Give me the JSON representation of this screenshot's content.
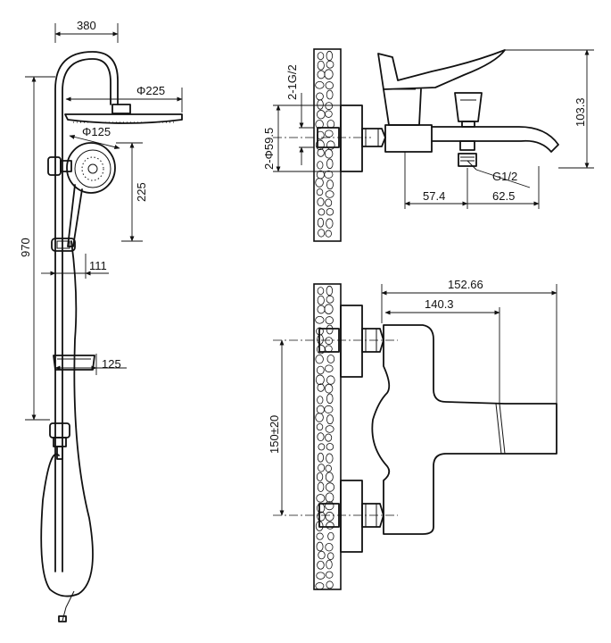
{
  "shower_column": {
    "dims": {
      "arm_reach": "380",
      "head_diameter": "Φ225",
      "hand_shower_diameter": "Φ125",
      "hand_to_head": "225",
      "height": "970",
      "slider_offset": "111",
      "shelf_offset": "125"
    }
  },
  "mixer_side": {
    "dims": {
      "inlet_thread": "2-1G/2",
      "escutcheon": "2-Φ59.5",
      "height": "103.3",
      "outlet_thread": "G1/2",
      "body_to_diverter": "57.4",
      "diverter_to_spout": "62.5"
    }
  },
  "mixer_top": {
    "dims": {
      "overall_length": "152.66",
      "body_length": "140.3",
      "centers": "150±20"
    }
  },
  "colors": {
    "line": "#111111",
    "background": "#ffffff"
  }
}
